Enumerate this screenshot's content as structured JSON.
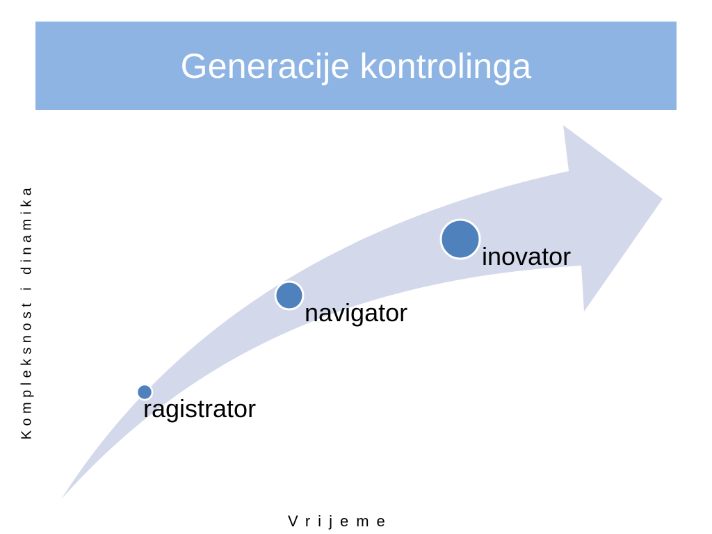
{
  "slide": {
    "title": "Generacije kontrolinga",
    "y_axis_label": "Kompleksnost i dinamika",
    "x_axis_label": "Vrijeme"
  },
  "stages": [
    {
      "label": "ragistrator",
      "icon": "small-circle-marker"
    },
    {
      "label": "navigator",
      "icon": "medium-circle-marker"
    },
    {
      "label": "inovator",
      "icon": "large-circle-marker"
    }
  ],
  "colors": {
    "title_bar": "#8eb4e3",
    "title_text": "#ffffff",
    "arrow_fill": "#d3d9ea",
    "marker_fill": "#4f81bd",
    "marker_stroke": "#ffffff"
  }
}
